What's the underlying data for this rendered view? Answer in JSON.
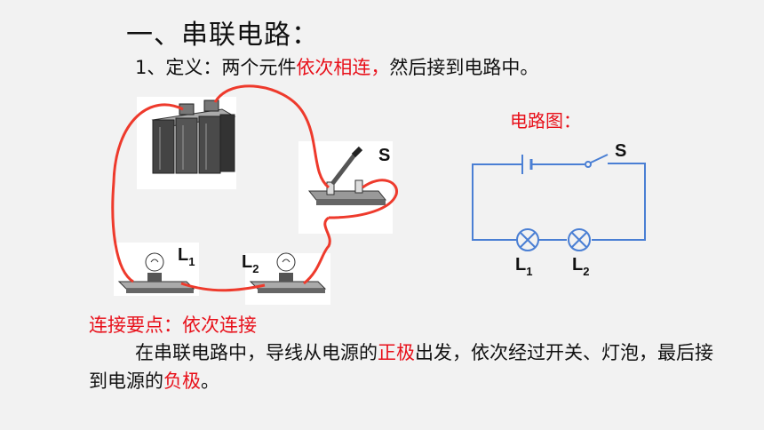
{
  "heading": "一、串联电路：",
  "definition": {
    "prefix": "1、定义：两个元件",
    "emphasis": "依次相连，",
    "suffix": "然后接到电路中。"
  },
  "illustration": {
    "switch_label": "S",
    "lamp1": {
      "letter": "L",
      "sub": "1"
    },
    "lamp2": {
      "letter": "L",
      "sub": "2"
    }
  },
  "diagram": {
    "title": "电路图：",
    "switch_label": "S",
    "lamp1": {
      "letter": "L",
      "sub": "1"
    },
    "lamp2": {
      "letter": "L",
      "sub": "2"
    },
    "wire_color": "#4a7fd4"
  },
  "key_point": "连接要点：依次连接",
  "paragraph": {
    "p1": "在串联电路中，导线从电源的",
    "e1": "正极",
    "p2": "出发，依次经过开关、灯泡，最后接到电源的",
    "e2": "负极",
    "p3": "。"
  },
  "colors": {
    "emphasis": "#e8101a",
    "wire_red": "#ee3a2c"
  }
}
